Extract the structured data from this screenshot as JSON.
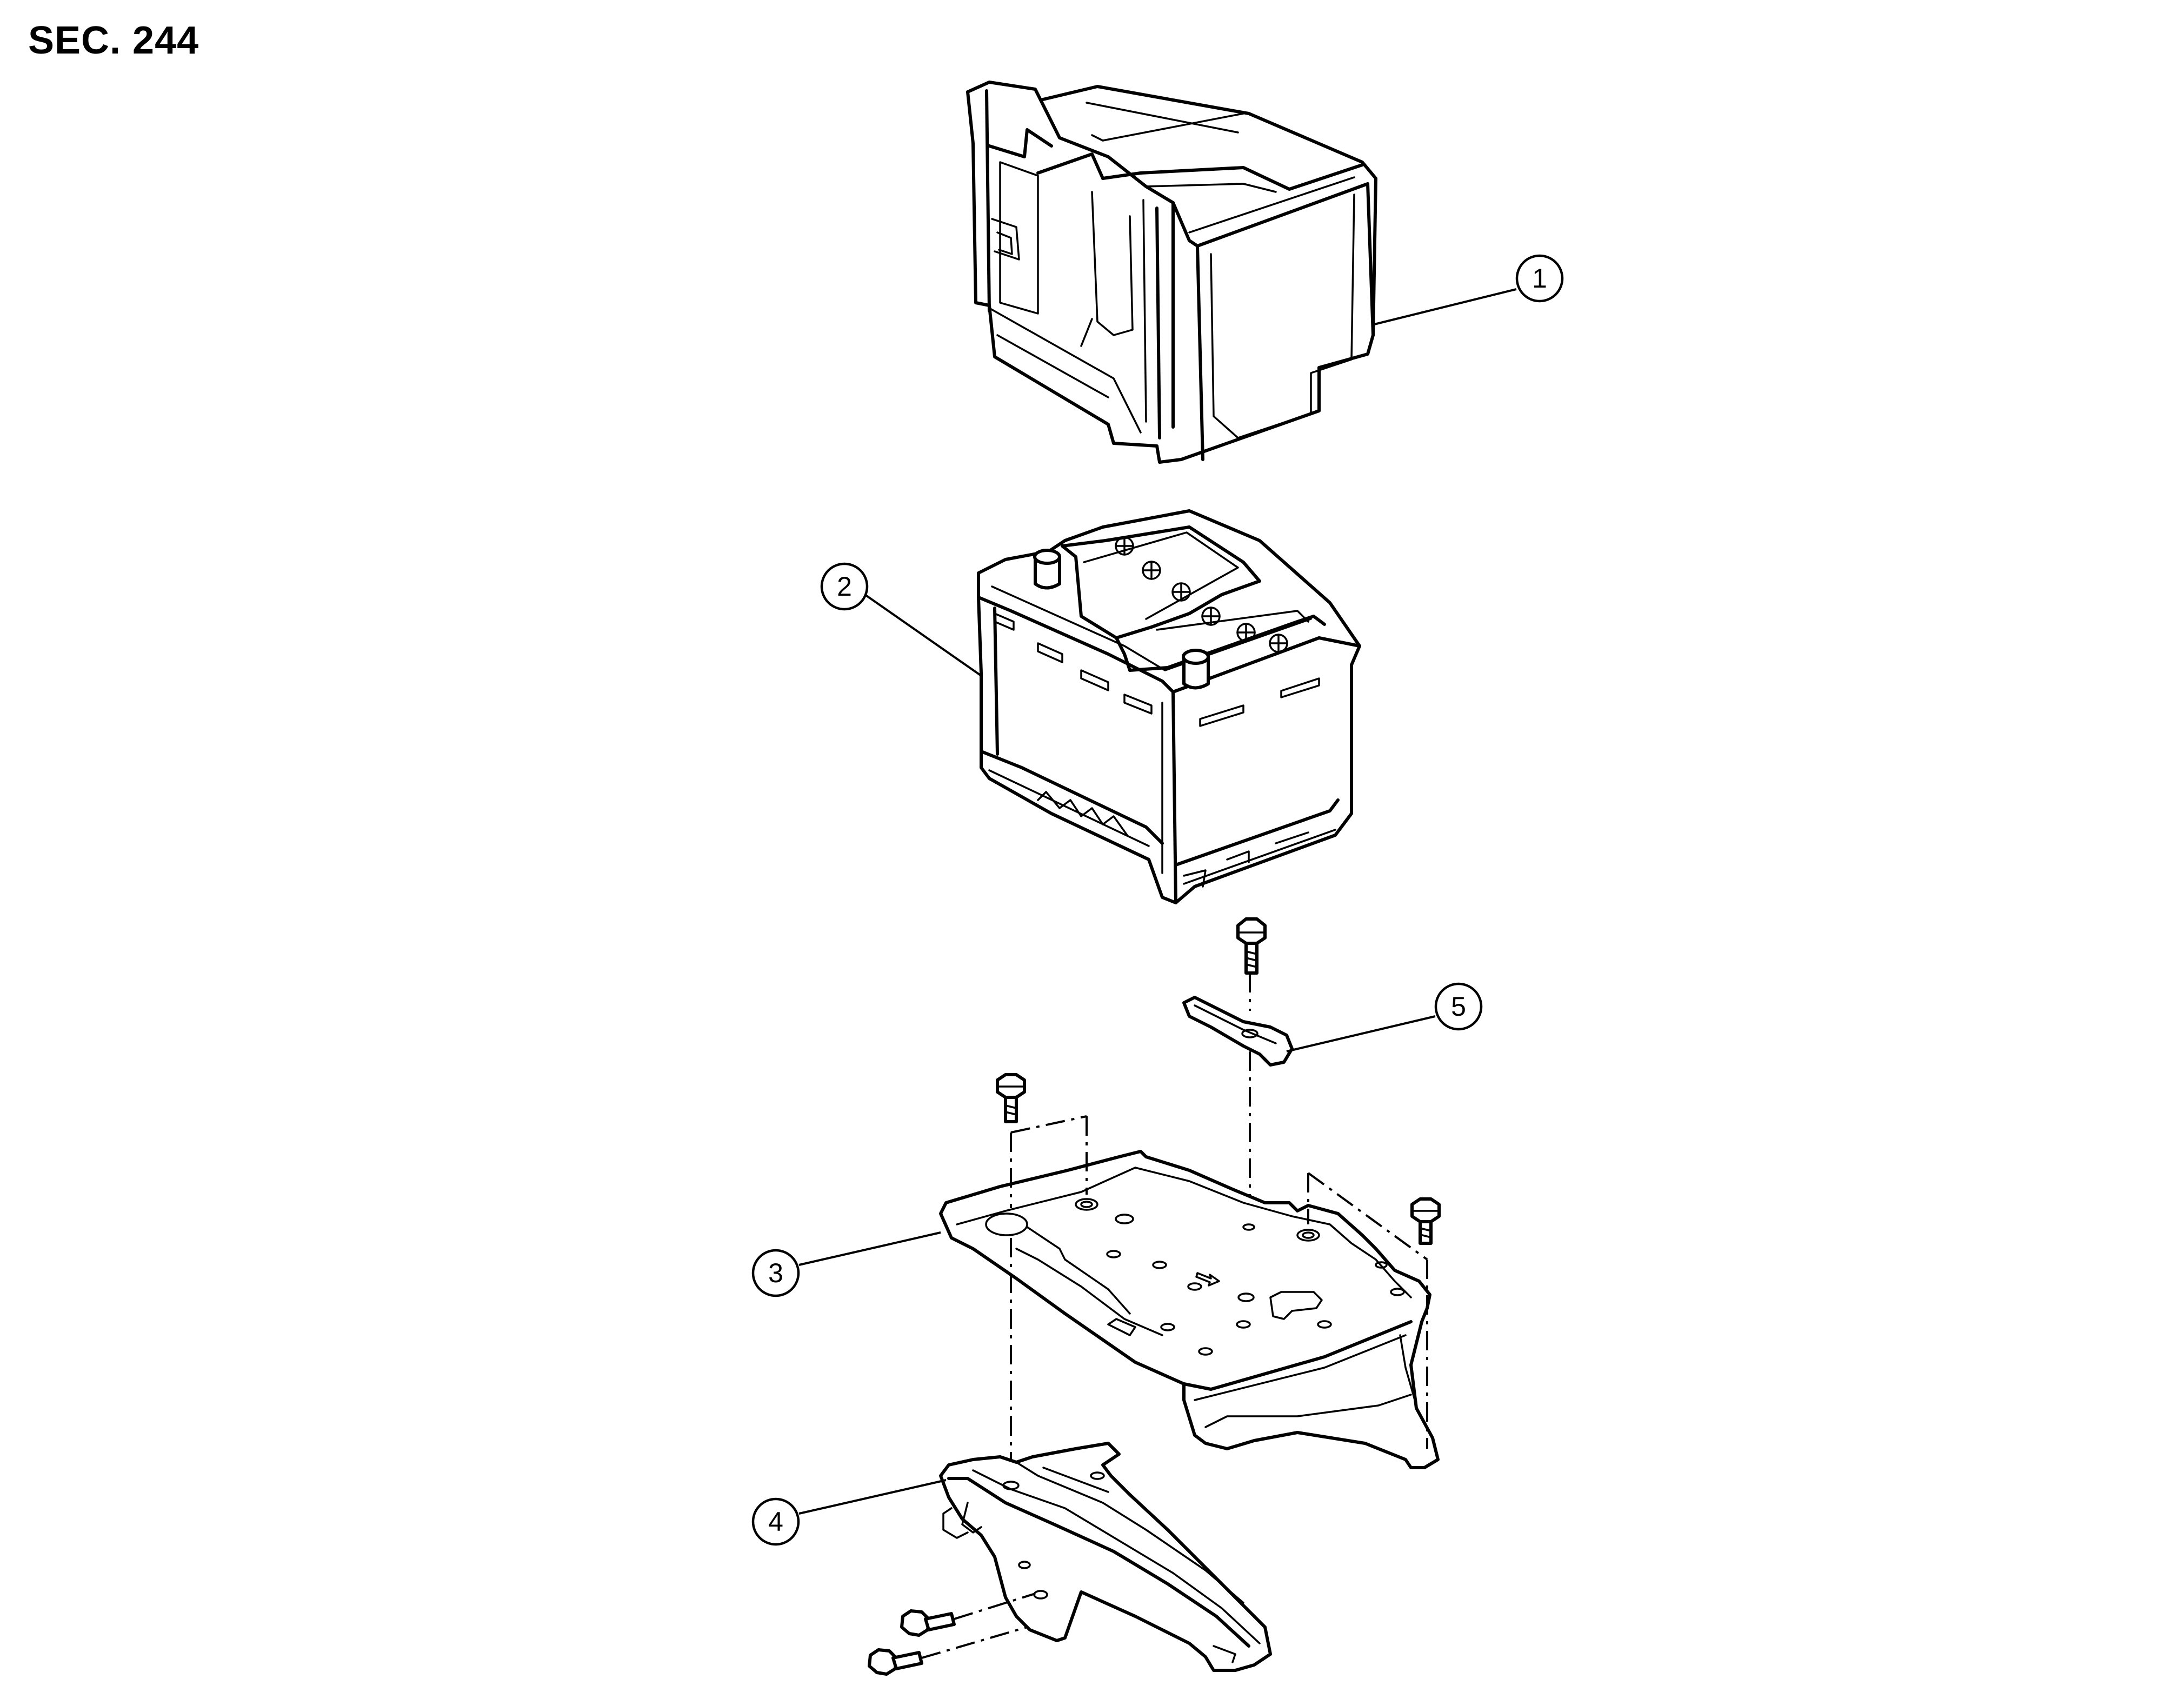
{
  "title": "SEC. 244",
  "callouts": [
    {
      "label": "1"
    },
    {
      "label": "2"
    },
    {
      "label": "3"
    },
    {
      "label": "4"
    },
    {
      "label": "5"
    }
  ]
}
